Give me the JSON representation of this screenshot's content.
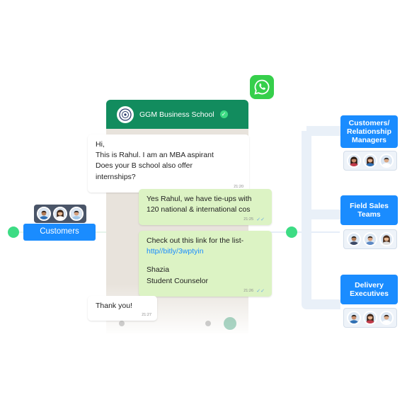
{
  "left": {
    "button_label": "Customers",
    "avatars": [
      {
        "icon": "man-avatar-icon",
        "skin": "#b07a55",
        "hair": "#2b1d14",
        "shirt": "#2f6fb3"
      },
      {
        "icon": "woman-avatar-icon",
        "skin": "#e7b892",
        "hair": "#3a2418",
        "shirt": "#ffffff"
      },
      {
        "icon": "man-avatar-icon",
        "skin": "#d6a07c",
        "hair": "#1f1f1f",
        "shirt": "#9fc6e7"
      }
    ]
  },
  "chat": {
    "business_name": "GGM Business School",
    "messages": [
      {
        "direction": "in",
        "lines": [
          "Hi,",
          "This is Rahul. I am an MBA aspirant",
          "Does your B school also offer",
          "internships?"
        ],
        "time": "21:20"
      },
      {
        "direction": "out",
        "lines": [
          "Yes Rahul, we have tie-ups with",
          "120 national & international cos"
        ],
        "time": "21:25"
      },
      {
        "direction": "out",
        "lines": [
          "Check out this link for the list-"
        ],
        "link": "http//bitly/3wptyin",
        "signature": [
          "Shazia",
          "Student Counselor"
        ],
        "time": "21:26"
      },
      {
        "direction": "in",
        "lines": [
          "Thank you!"
        ],
        "time": "21:27"
      }
    ]
  },
  "teams": [
    {
      "label": "Customers/ Relationship Managers",
      "avatars": [
        {
          "icon": "woman-avatar-icon",
          "skin": "#c98d6a",
          "hair": "#2b1b12",
          "shirt": "#c23b4a"
        },
        {
          "icon": "woman-avatar-icon",
          "skin": "#e3b08c",
          "hair": "#3b2216",
          "shirt": "#2f6fb3"
        },
        {
          "icon": "man-avatar-icon",
          "skin": "#d9a784",
          "hair": "#2a2a2a",
          "shirt": "#ffffff"
        }
      ]
    },
    {
      "label": "Field Sales Teams",
      "avatars": [
        {
          "icon": "man-avatar-icon",
          "skin": "#b07a55",
          "hair": "#1d1d1d",
          "shirt": "#3d4a66"
        },
        {
          "icon": "man-avatar-icon",
          "skin": "#d6a07c",
          "hair": "#2b1d14",
          "shirt": "#5b88c4"
        },
        {
          "icon": "woman-avatar-icon",
          "skin": "#e7b892",
          "hair": "#4a2c1b",
          "shirt": "#e0e0e0"
        }
      ]
    },
    {
      "label": "Delivery Executives",
      "avatars": [
        {
          "icon": "man-avatar-icon",
          "skin": "#c98d6a",
          "hair": "#1f1f1f",
          "shirt": "#2f6fb3"
        },
        {
          "icon": "woman-avatar-icon",
          "skin": "#e3b08c",
          "hair": "#3a2418",
          "shirt": "#c23b4a"
        },
        {
          "icon": "man-avatar-icon",
          "skin": "#d9a784",
          "hair": "#2b1d14",
          "shirt": "#ffffff"
        }
      ]
    }
  ],
  "colors": {
    "accent_blue": "#1a8cff",
    "whatsapp_green": "#128c5e",
    "node_green": "#3ddc84",
    "outgoing_bubble": "#dcf3c4"
  }
}
